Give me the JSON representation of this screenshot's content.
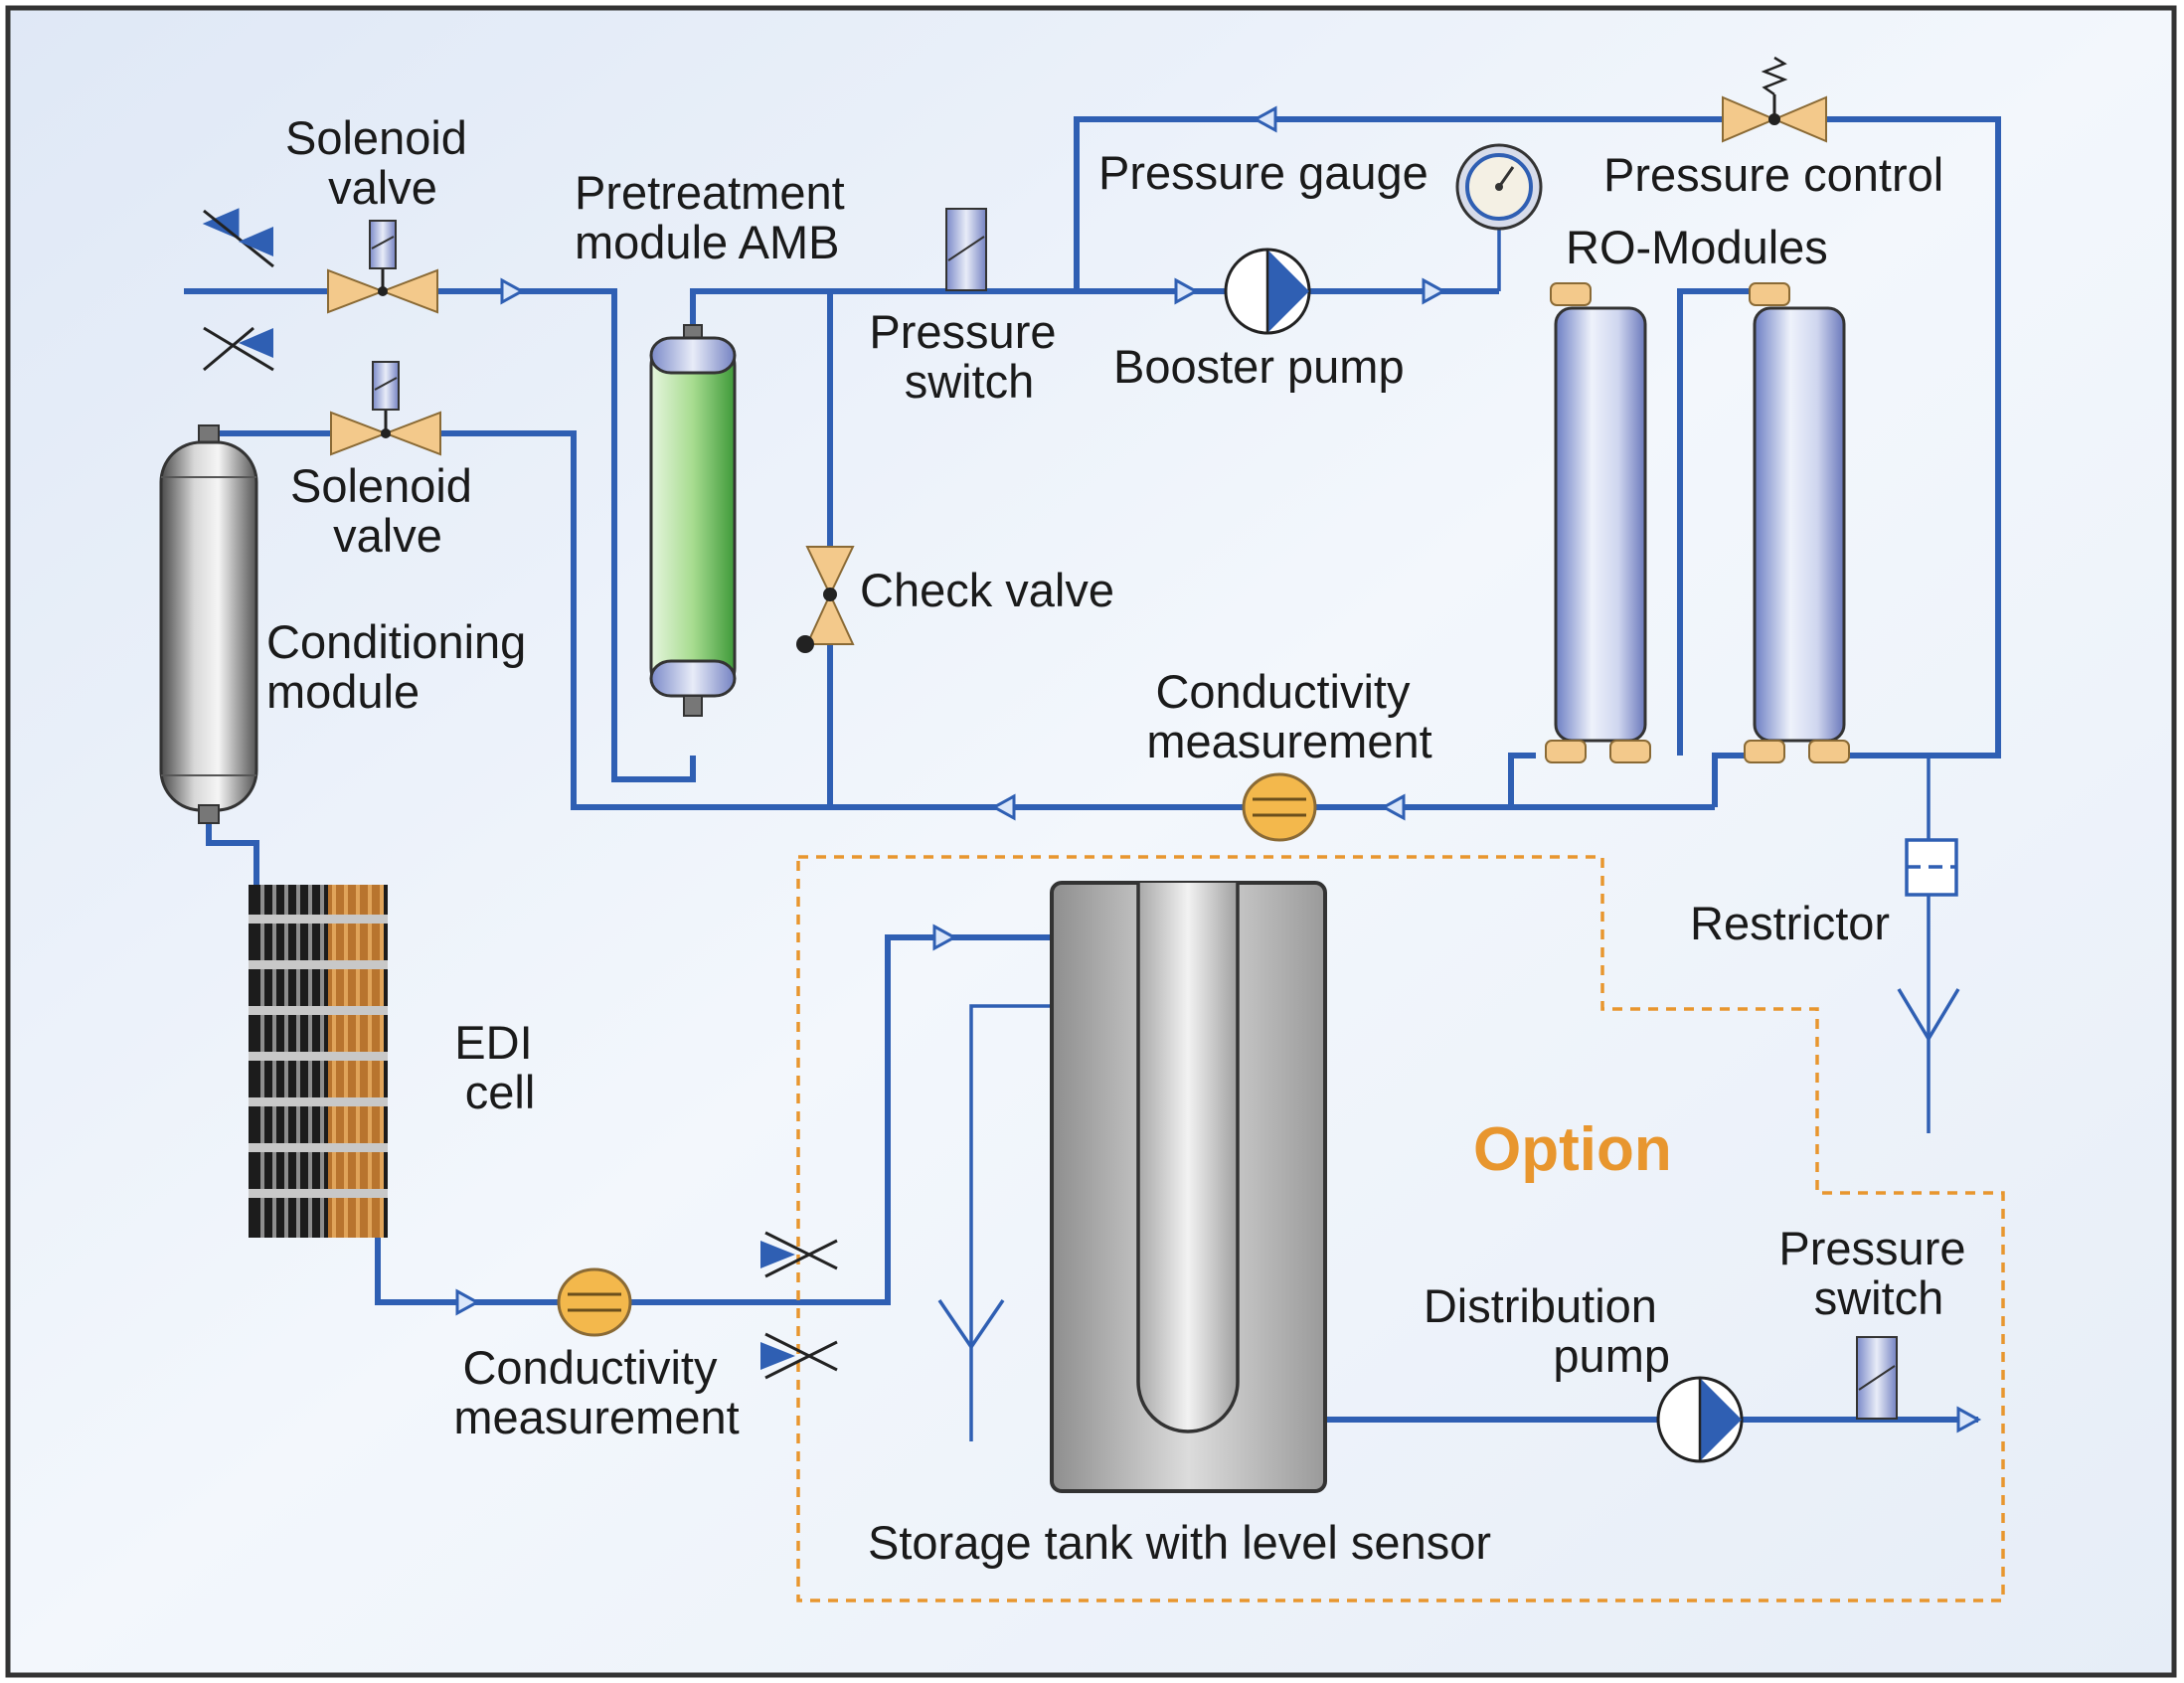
{
  "labels": {
    "solenoid_valve_top": [
      "Solenoid",
      "valve"
    ],
    "pretreatment": [
      "Pretreatment",
      "module AMB"
    ],
    "pressure_switch_top": [
      "Pressure",
      "switch"
    ],
    "pressure_gauge": "Pressure gauge",
    "pressure_control": "Pressure control",
    "ro_modules": "RO-Modules",
    "booster_pump": "Booster pump",
    "solenoid_valve_bottom": [
      "Solenoid",
      "valve"
    ],
    "check_valve": "Check valve",
    "conditioning_module": [
      "Conditioning",
      "module"
    ],
    "conductivity_top": [
      "Conductivity",
      "measurement"
    ],
    "restrictor": "Restrictor",
    "edi_cell": [
      "EDI",
      "cell"
    ],
    "option": "Option",
    "pressure_switch_bottom": [
      "Pressure",
      "switch"
    ],
    "distribution_pump": [
      "Distribution",
      "pump"
    ],
    "conductivity_bottom": [
      "Conductivity",
      "measurement"
    ],
    "storage_tank": "Storage tank with level sensor"
  },
  "colors": {
    "pipe": "#2f5fb3",
    "valve_body": "#f3c98b",
    "option_border": "#e8962e",
    "pretreatment_module": "#5cb85c",
    "background_gradient_start": "#dfe8f6"
  }
}
